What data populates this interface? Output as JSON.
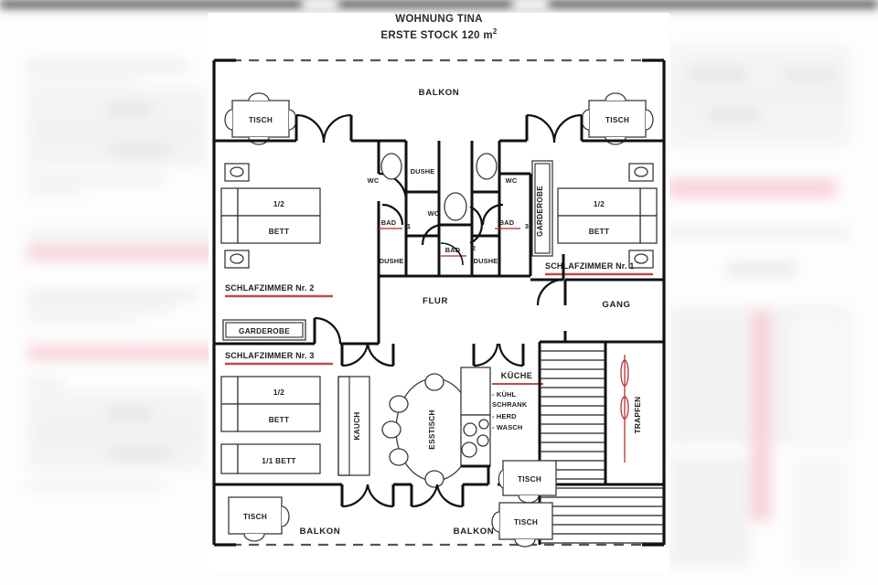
{
  "title": {
    "line1": "WOHNUNG TINA",
    "line2_prefix": "ERSTE STOCK 120 m",
    "line2_sup": "2"
  },
  "colors": {
    "ink": "#111111",
    "accent_red": "#b02b2b",
    "paper": "#ffffff",
    "background": "#fdfdfd"
  },
  "rooms": {
    "balkon_top": "BALKON",
    "balkon_bottom_left": "BALKON",
    "balkon_bottom_right": "BALKON",
    "flur": "FLUR",
    "gang": "GANG",
    "kueche": "KÜCHE",
    "schlafzimmer_1": "SCHLAFZIMMER Nr. 1",
    "schlafzimmer_2": "SCHLAFZIMMER Nr. 2",
    "schlafzimmer_3": "SCHLAFZIMMER Nr. 3",
    "trapfen": "TRAPFEN"
  },
  "bathrooms": [
    {
      "name": "BAD",
      "number": "1",
      "wc": "WC",
      "shower": "DUSHE"
    },
    {
      "name": "BAD",
      "number": "2",
      "wc": "WC",
      "shower": "DUSHE"
    },
    {
      "name": "BAD",
      "number": "3",
      "wc": "WC",
      "shower": "DUSHE"
    }
  ],
  "kitchen_items": [
    "- KÜHL",
    "SCHRANK",
    "- HERD",
    "- WASCH"
  ],
  "furniture": {
    "table": "TISCH",
    "bed_double_top": "1/2",
    "bed_double_bottom": "BETT",
    "bed_single": "1/1 BETT",
    "couch": "KAUCH",
    "dining_table": "ESSTISCH",
    "wardrobe": "GARDEROBE"
  },
  "labels": {
    "tisch_top_left": "TISCH",
    "tisch_top_right": "TISCH",
    "tisch_bottom_left": "TISCH",
    "tisch_bottom_mid": "TISCH",
    "tisch_bottom_right": "TISCH",
    "garderobe_left": "GARDEROBE",
    "garderobe_right": "GARDEROBE"
  }
}
